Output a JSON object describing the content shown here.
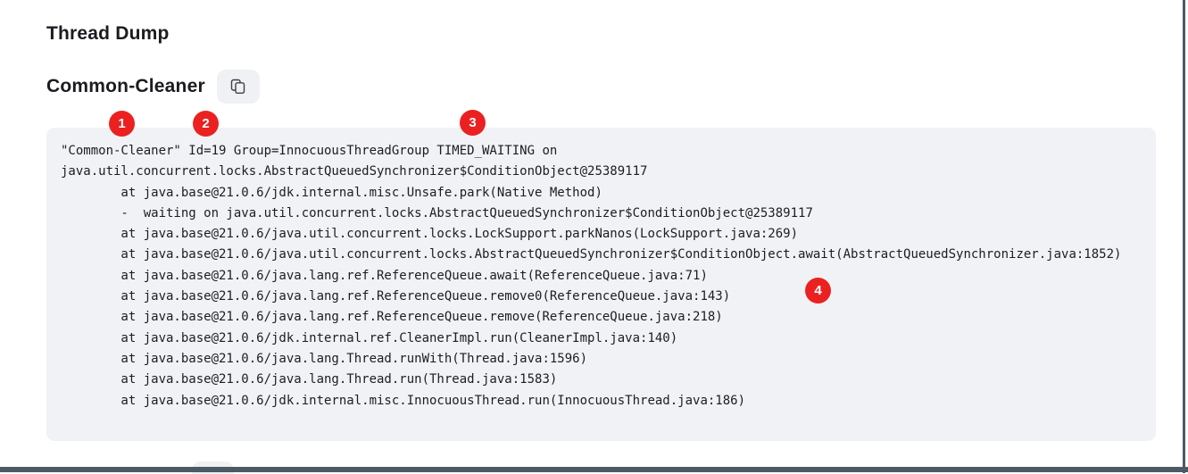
{
  "page_title": "Thread Dump",
  "section": {
    "heading": "Common-Cleaner",
    "copy_icon": "copy-icon"
  },
  "callouts": [
    "1",
    "2",
    "3",
    "4"
  ],
  "code_block": {
    "lines": [
      "\"Common-Cleaner\" Id=19 Group=InnocuousThreadGroup TIMED_WAITING on",
      "java.util.concurrent.locks.AbstractQueuedSynchronizer$ConditionObject@25389117",
      "        at java.base@21.0.6/jdk.internal.misc.Unsafe.park(Native Method)",
      "        -  waiting on java.util.concurrent.locks.AbstractQueuedSynchronizer$ConditionObject@25389117",
      "        at java.base@21.0.6/java.util.concurrent.locks.LockSupport.parkNanos(LockSupport.java:269)",
      "        at java.base@21.0.6/java.util.concurrent.locks.AbstractQueuedSynchronizer$ConditionObject.await(AbstractQueuedSynchronizer.java:1852)",
      "        at java.base@21.0.6/java.lang.ref.ReferenceQueue.await(ReferenceQueue.java:71)",
      "        at java.base@21.0.6/java.lang.ref.ReferenceQueue.remove0(ReferenceQueue.java:143)",
      "        at java.base@21.0.6/java.lang.ref.ReferenceQueue.remove(ReferenceQueue.java:218)",
      "        at java.base@21.0.6/jdk.internal.ref.CleanerImpl.run(CleanerImpl.java:140)",
      "        at java.base@21.0.6/java.lang.Thread.runWith(Thread.java:1596)",
      "        at java.base@21.0.6/java.lang.Thread.run(Thread.java:1583)",
      "        at java.base@21.0.6/jdk.internal.misc.InnocuousThread.run(InnocuousThread.java:186)"
    ]
  },
  "colors": {
    "badge_red": "#EB2121",
    "code_background": "#F0F2F5",
    "button_background": "#EFF1F4",
    "frame_border": "#4C5A64",
    "text": "#1A1C20"
  }
}
